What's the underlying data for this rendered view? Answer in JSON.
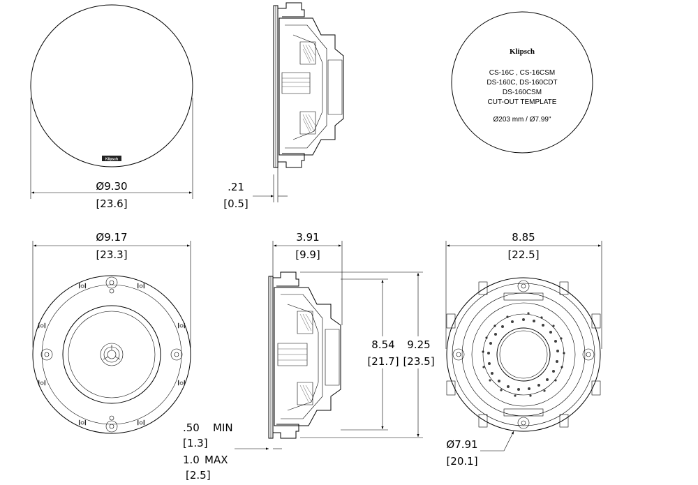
{
  "brand": "Klipsch",
  "grille_view": {
    "diameter_in": "Ø9.30",
    "diameter_mm": "[23.6]"
  },
  "side_view_top": {
    "flange_in": ".21",
    "flange_mm": "[0.5]"
  },
  "template": {
    "lines": [
      "CS-16C , CS-16CSM",
      "DS-160C, DS-160CDT",
      "DS-160CSM",
      "CUT-OUT TEMPLATE",
      "Ø203 mm / Ø7.99\""
    ]
  },
  "front_view": {
    "diameter_in": "Ø9.17",
    "diameter_mm": "[23.3]"
  },
  "side_view_bottom": {
    "depth_in": "3.91",
    "depth_mm": "[9.9]",
    "inner_in": "8.54",
    "inner_mm": "[21.7]",
    "outer_in": "9.25",
    "outer_mm": "[23.5]",
    "wall_min_in": ".50",
    "wall_min_label": "MIN",
    "wall_min_mm": "[1.3]",
    "wall_max_in": "1.0",
    "wall_max_label": "MAX",
    "wall_max_mm": "[2.5]"
  },
  "rear_view": {
    "width_in": "8.85",
    "width_mm": "[22.5]",
    "cutout_in": "Ø7.91",
    "cutout_mm": "[20.1]"
  }
}
